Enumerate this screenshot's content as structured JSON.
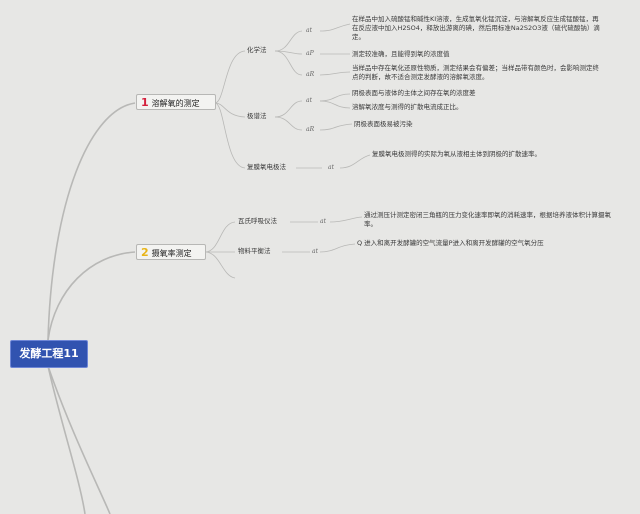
{
  "central": {
    "title": "发酵工程11"
  },
  "branches": [
    {
      "number": "1",
      "label": "溶解氧的测定",
      "number_color": "#d4213d",
      "methods": [
        {
          "label": "化学法",
          "items": [
            {
              "tag": "at",
              "text": "在样品中加入硫酸锰和碱性KI溶液，生成氢氧化锰沉淀，与溶解氧反应生成锰酸锰，再在反应液中加入H2SO4，释放出游离的碘，然后用标准Na2S2O3液（硫代硫酸钠）滴定。"
            },
            {
              "tag": "aP",
              "text": "测定较准确，且能得到氧的浓度值"
            },
            {
              "tag": "aR",
              "text": "当样品中存在氧化还原性物质，测定结果会有偏差；当样品带有颜色时，会影响测定终点的判断，故不适合测定发酵液的溶解氧浓度。"
            }
          ]
        },
        {
          "label": "极谱法",
          "items": [
            {
              "tag": "at",
              "text": "阴极表面与液体的主体之间存在氧的浓度差",
              "text2": "溶解氧浓度与测得的扩散电流成正比。"
            },
            {
              "tag": "aR",
              "text": "阴极表面极易被污染"
            }
          ]
        },
        {
          "label": "复膜氧电极法",
          "items": [
            {
              "tag": "at",
              "text": "复膜氧电极测得的实际为氧从液相主体到阴极的扩散速率。"
            }
          ]
        }
      ]
    },
    {
      "number": "2",
      "label": "摄氧率测定",
      "number_color": "#e8b418",
      "methods": [
        {
          "label": "瓦氏呼吸仪法",
          "items": [
            {
              "tag": "at",
              "text": "通过测压计测定密闭三角瓶的压力变化速率即氧的消耗速率，根据培养液体积计算摄氧率。"
            }
          ]
        },
        {
          "label": "物料平衡法",
          "items": [
            {
              "tag": "at",
              "text": "Q 进入和离开发酵罐的空气流量P进入和离开发酵罐的空气氧分压"
            }
          ]
        }
      ]
    }
  ],
  "colors": {
    "central_bg": "#3153b0",
    "line": "#b5b5b3",
    "background": "#e7e7e5"
  }
}
